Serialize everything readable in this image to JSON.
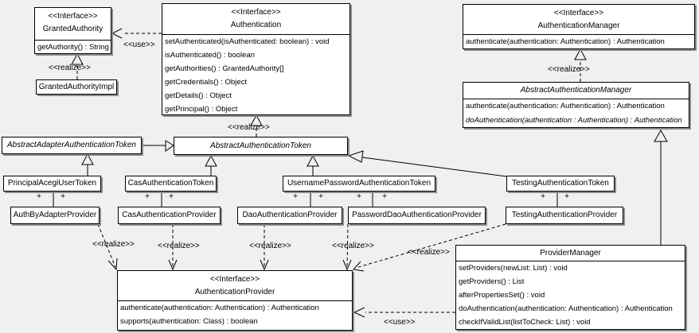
{
  "labels": {
    "use": "<<use>>",
    "realize": "<<realize>>",
    "plus": "+"
  },
  "colors": {
    "background": "#f0f0f0",
    "box_fill": "#ffffff",
    "box_border": "#000000",
    "box_shadow": "#8c8c8c"
  },
  "classes": {
    "granted_authority": {
      "stereotype": "<<Interface>>",
      "name": "GrantedAuthority",
      "members": [
        "getAuthority() : String"
      ]
    },
    "granted_authority_impl": {
      "name": "GrantedAuthorityImpl"
    },
    "authentication": {
      "stereotype": "<<Interface>>",
      "name": "Authentication",
      "members": [
        "setAuthenticated(isAuthenticated: boolean) : void",
        "isAuthenticated() : boolean",
        "getAuthorities() : GrantedAuthority[]",
        "getCredentials() : Object",
        "getDetails() : Object",
        "getPrincipal() : Object"
      ]
    },
    "authentication_manager": {
      "stereotype": "<<Interface>>",
      "name": "AuthenticationManager",
      "members": [
        "authenticate(authentication: Authentication) : Authentication"
      ]
    },
    "abstract_authentication_manager": {
      "name": "AbstractAuthenticationManager",
      "members": [
        "authenticate(authentication: Authentication) : Authentication",
        "doAuthentication(authentication : Authentication) : Authentication"
      ]
    },
    "abstract_adapter_authentication_token": {
      "name": "AbstractAdapterAuthenticationToken"
    },
    "abstract_authentication_token": {
      "name": "AbstractAuthenticationToken"
    },
    "principal_acegi_user_token": {
      "name": "PrincipalAcegiUserToken"
    },
    "cas_authentication_token": {
      "name": "CasAuthenticationToken"
    },
    "username_password_authentication_token": {
      "name": "UsernamePasswordAuthenticationToken"
    },
    "testing_authentication_token": {
      "name": "TestingAuthenticationToken"
    },
    "auth_by_adapter_provider": {
      "name": "AuthByAdapterProvider"
    },
    "cas_authentication_provider": {
      "name": "CasAuthenticationProvider"
    },
    "dao_authentication_provider": {
      "name": "DaoAuthenticationProvider"
    },
    "password_dao_authentication_provider": {
      "name": "PasswordDaoAuthenticationProvider"
    },
    "testing_authentication_provider": {
      "name": "TestingAuthenticationProvider"
    },
    "authentication_provider": {
      "stereotype": "<<Interface>>",
      "name": "AuthenticationProvider",
      "members": [
        "authenticate(authentication: Authentication) : Authentication",
        "supports(authentication: Class) : boolean"
      ]
    },
    "provider_manager": {
      "name": "ProviderManager",
      "members": [
        "setProviders(newList: List) : void",
        "getProviders() : List",
        "afterPropertiesSet() : void",
        "doAuthentication(authentication: Authentication) : Authentication",
        "checkIfValidList(listToCheck: List) : void"
      ]
    }
  }
}
